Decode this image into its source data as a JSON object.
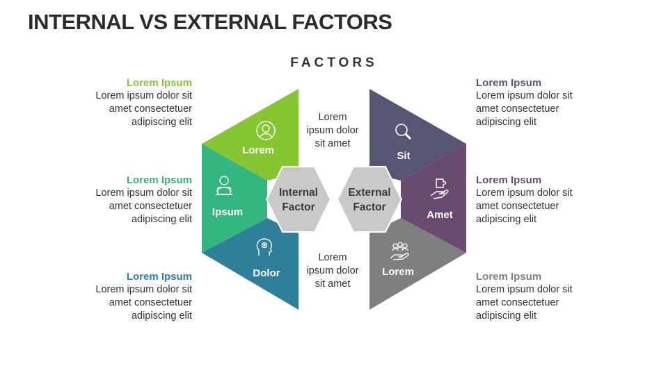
{
  "title": "INTERNAL VS EXTERNAL FACTORS",
  "subtitle": "FACTORS",
  "colors": {
    "lime": "#86C731",
    "green": "#33B67F",
    "teal": "#2E7F9A",
    "slate": "#585574",
    "plum": "#6A4B70",
    "gray": "#7F7F7F",
    "hex": "#C9C9C9"
  },
  "internal": {
    "hex_label": [
      "Internal",
      "Factor"
    ],
    "segments": [
      {
        "label": "Lorem",
        "icon": "user-icon"
      },
      {
        "label": "Ipsum",
        "icon": "person-laptop-icon"
      },
      {
        "label": "Dolor",
        "icon": "head-gear-icon"
      }
    ],
    "blocks": [
      {
        "title": "Lorem Ipsum",
        "line1": "Lorem ipsum dolor sit",
        "line2": "amet consectetuer",
        "line3": "adipiscing elit"
      },
      {
        "title": "Lorem Ipsum",
        "line1": "Lorem ipsum dolor sit",
        "line2": "amet consectetuer",
        "line3": "adipiscing elit"
      },
      {
        "title": "Lorem Ipsum",
        "line1": "Lorem ipsum dolor sit",
        "line2": "amet consectetuer",
        "line3": "adipiscing elit"
      }
    ]
  },
  "external": {
    "hex_label": [
      "External",
      "Factor"
    ],
    "segments": [
      {
        "label": "Sit",
        "icon": "magnifier-icon"
      },
      {
        "label": "Amet",
        "icon": "hand-puzzle-icon"
      },
      {
        "label": "Lorem",
        "icon": "hand-people-icon"
      }
    ],
    "blocks": [
      {
        "title": "Lorem Ipsum",
        "line1": "Lorem ipsum dolor sit",
        "line2": "amet consectetuer",
        "line3": "adipiscing elit"
      },
      {
        "title": "Lorem Ipsum",
        "line1": "Lorem ipsum dolor sit",
        "line2": "amet consectetuer",
        "line3": "adipiscing elit"
      },
      {
        "title": "Lorem Ipsum",
        "line1": "Lorem ipsum dolor sit",
        "line2": "amet consectetuer",
        "line3": "adipiscing elit"
      }
    ]
  },
  "center_top": {
    "line1": "Lorem",
    "line2": "ipsum dolor",
    "line3": "sit amet"
  },
  "center_bottom": {
    "line1": "Lorem",
    "line2": "ipsum dolor",
    "line3": "sit amet"
  }
}
